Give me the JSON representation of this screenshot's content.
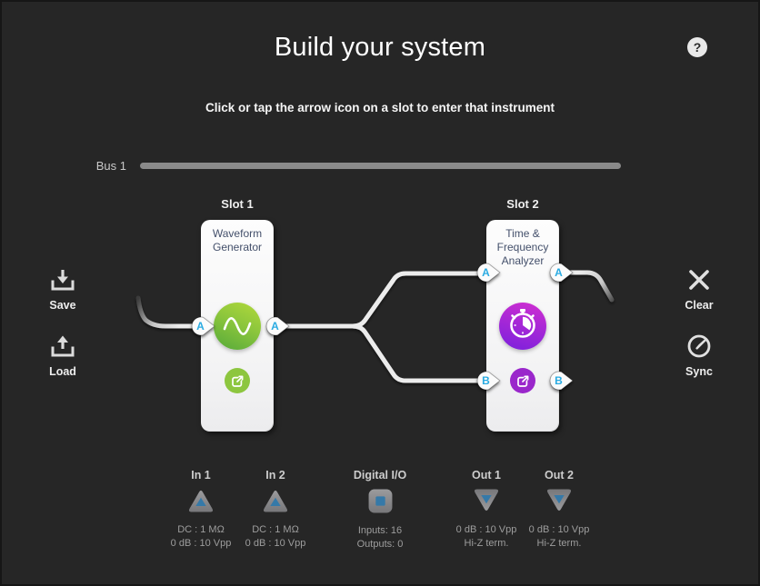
{
  "header": {
    "title": "Build your system",
    "subtitle": "Click or tap the arrow icon on a slot to enter that instrument",
    "help_label": "?"
  },
  "bus": {
    "label": "Bus 1"
  },
  "left_actions": [
    {
      "label": "Save",
      "icon": "save-download-icon"
    },
    {
      "label": "Load",
      "icon": "load-upload-icon"
    }
  ],
  "right_actions": [
    {
      "label": "Clear",
      "icon": "clear-x-icon"
    },
    {
      "label": "Sync",
      "icon": "sync-dial-icon"
    }
  ],
  "slots": [
    {
      "label": "Slot 1",
      "instrument": "Waveform Generator",
      "icon": "sine-wave-icon",
      "accent": "#8dc63f",
      "inputs": [
        "A"
      ],
      "outputs": [
        "A"
      ]
    },
    {
      "label": "Slot 2",
      "instrument": "Time & Frequency Analyzer",
      "icon": "stopwatch-icon",
      "accent": "#9a27cb",
      "inputs": [
        "A",
        "B"
      ],
      "outputs": [
        "A",
        "B"
      ]
    }
  ],
  "io": [
    {
      "label": "In 1",
      "type": "analog-input",
      "spec1": "DC : 1 MΩ",
      "spec2": "0 dB : 10 Vpp"
    },
    {
      "label": "In 2",
      "type": "analog-input",
      "spec1": "DC : 1 MΩ",
      "spec2": "0 dB : 10 Vpp"
    },
    {
      "label": "Digital I/O",
      "type": "digital-io",
      "spec1": "Inputs: 16",
      "spec2": "Outputs: 0"
    },
    {
      "label": "Out 1",
      "type": "analog-output",
      "spec1": "0 dB : 10 Vpp",
      "spec2": "Hi-Z term."
    },
    {
      "label": "Out 2",
      "type": "analog-output",
      "spec1": "0 dB : 10 Vpp",
      "spec2": "Hi-Z term."
    }
  ],
  "colors": {
    "background": "#262626",
    "wire": "#ececec",
    "connector_letter_blue": "#29abe2",
    "io_blue": "#3579a8",
    "green_accent": "#8dc63f",
    "purple_accent": "#9a27cb"
  }
}
